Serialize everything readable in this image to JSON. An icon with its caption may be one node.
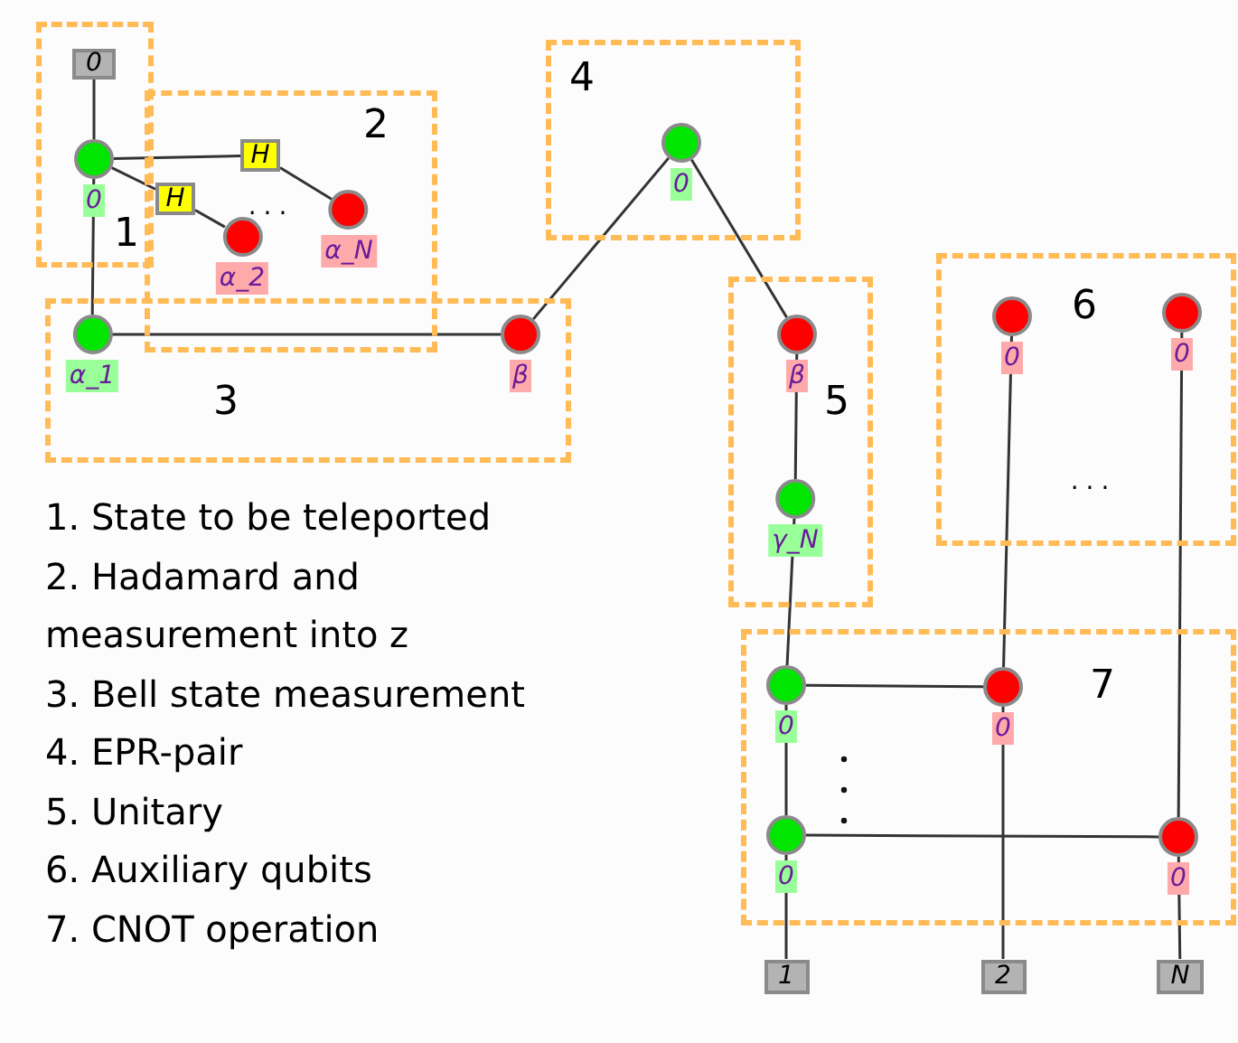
{
  "diagram": {
    "nodes": [
      {
        "text": [
          "1"
        ]
      },
      {
        "text": [
          "0"
        ],
        "in": 0
      },
      {
        "text": [
          "0"
        ],
        "in": 0
      },
      {
        "text": [
          "2"
        ]
      },
      {
        "text": [
          "H"
        ],
        "in": 3
      },
      {
        "text": [
          "H"
        ],
        "in": 3
      },
      {
        "text": [
          "α_N"
        ],
        "in": 3
      },
      {
        "text": [
          "α_2"
        ],
        "in": 3
      },
      {
        "text": [
          "3"
        ]
      },
      {
        "text": [
          "α_1"
        ],
        "in": 8
      },
      {
        "text": [
          "β"
        ],
        "in": 8
      },
      {
        "text": [
          "4"
        ]
      },
      {
        "text": [
          "0"
        ],
        "in": 11
      },
      {
        "text": [
          "5"
        ]
      },
      {
        "text": [
          "β"
        ],
        "in": 13
      },
      {
        "text": [
          "γ_N"
        ],
        "in": 13
      },
      {
        "text": [
          "6"
        ]
      },
      {
        "text": [
          "0"
        ],
        "in": 16
      },
      {
        "text": [
          "0"
        ],
        "in": 16
      },
      {
        "text": [
          "7"
        ]
      },
      {
        "text": [
          "0"
        ],
        "in": 19
      },
      {
        "text": [
          "0"
        ],
        "in": 19
      },
      {
        "text": [
          "0"
        ],
        "in": 19
      },
      {
        "text": [
          "0"
        ],
        "in": 19
      },
      {
        "text": [
          "1"
        ]
      },
      {
        "text": [
          "2"
        ]
      },
      {
        "text": [
          "N"
        ]
      }
    ],
    "edges": [
      {
        "from": 1,
        "to": 2,
        "arrow": "none"
      },
      {
        "from": 2,
        "to": 4,
        "arrow": "none"
      },
      {
        "from": 4,
        "to": 6,
        "arrow": "none"
      },
      {
        "from": 2,
        "to": 5,
        "arrow": "none"
      },
      {
        "from": 5,
        "to": 7,
        "arrow": "none"
      },
      {
        "from": 2,
        "to": 9,
        "arrow": "none"
      },
      {
        "from": 9,
        "to": 10,
        "arrow": "none"
      },
      {
        "from": 10,
        "to": 12,
        "arrow": "none"
      },
      {
        "from": 12,
        "to": 14,
        "arrow": "none"
      },
      {
        "from": 14,
        "to": 15,
        "arrow": "none"
      },
      {
        "from": 15,
        "to": 20,
        "arrow": "none"
      },
      {
        "from": 20,
        "to": 21,
        "arrow": "none"
      },
      {
        "from": 20,
        "to": 22,
        "arrow": "none"
      },
      {
        "from": 22,
        "to": 24,
        "arrow": "none"
      },
      {
        "from": 22,
        "to": 23,
        "arrow": "none"
      },
      {
        "from": 17,
        "to": 21,
        "arrow": "none"
      },
      {
        "from": 21,
        "to": 25,
        "arrow": "none"
      },
      {
        "from": 18,
        "to": 23,
        "arrow": "none"
      },
      {
        "from": 23,
        "to": 26,
        "arrow": "none"
      }
    ],
    "labels": [
      "...",
      "...",
      "1. State to be teleported",
      "2. Hadamard and measurement into z",
      "3. Bell state measurement",
      "4. EPR-pair",
      "5. Unitary",
      "6. Auxiliary qubits",
      "7. CNOT operation"
    ]
  }
}
